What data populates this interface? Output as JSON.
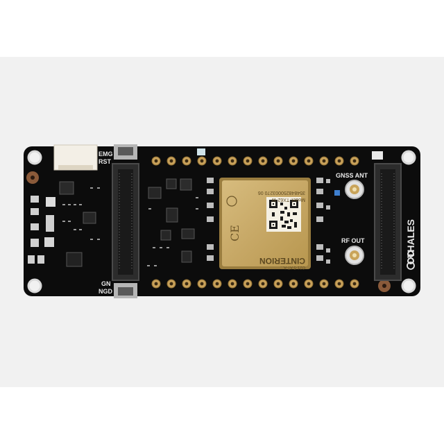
{
  "board": {
    "labels": {
      "emg_rst": [
        "EMG",
        "RST"
      ],
      "gnss_ant": "GNSS ANT",
      "rf_out": "RF OUT",
      "gnd": [
        "GN",
        "NGD"
      ],
      "brand": "THALES"
    },
    "module": {
      "brand": "CINTERION",
      "lines": [
        "354848250003270  06",
        "Model: TX62-W",
        "G21-5 AT-A..."
      ]
    },
    "colors": {
      "pcb": "#0c0c0c",
      "module": "#c9ab6a",
      "pads": "#c8a15a",
      "backdrop": "#f1f1f1"
    }
  }
}
